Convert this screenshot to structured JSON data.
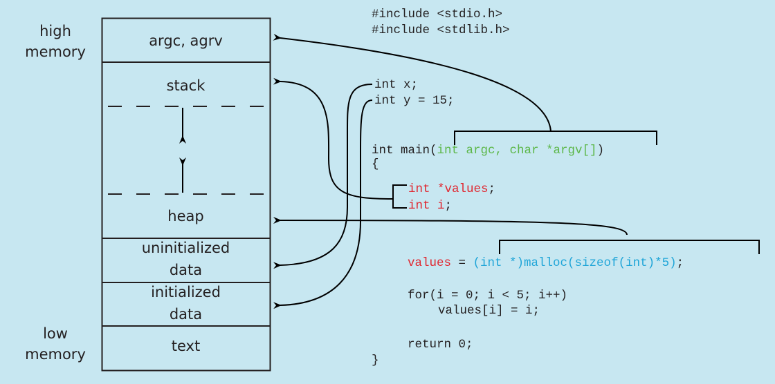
{
  "diagram": {
    "title": "Memory layout of a C program",
    "memory_labels": {
      "high": [
        "high",
        "memory"
      ],
      "low": [
        "low",
        "memory"
      ]
    },
    "segments": [
      {
        "id": "argc",
        "label": [
          "argc, agrv"
        ]
      },
      {
        "id": "stack",
        "label": [
          "stack"
        ]
      },
      {
        "id": "heap",
        "label": [
          "heap"
        ]
      },
      {
        "id": "uninit",
        "label": [
          "uninitialized",
          "data"
        ]
      },
      {
        "id": "init",
        "label": [
          "initialized",
          "data"
        ]
      },
      {
        "id": "text",
        "label": [
          "text"
        ]
      }
    ],
    "colors": {
      "background": "#c7e7f1",
      "line": "#231f20",
      "local_vars": "#e0262f",
      "main_params": "#5cb748",
      "malloc_expr": "#1fa5d8"
    },
    "code": {
      "include1": "#include <stdio.h>",
      "include2": "#include <stdlib.h>",
      "global_x": "int x;",
      "global_y": "int y = 15;",
      "main_prefix": "int main(",
      "main_params": "int argc, char *argv[]",
      "main_suffix": ")",
      "open_brace": "{",
      "local_values": "int *values",
      "local_values_semi": ";",
      "local_i": "int i",
      "local_i_semi": ";",
      "assign_lhs": "values",
      "assign_eq": " = ",
      "assign_rhs": "(int *)malloc(sizeof(int)*5)",
      "assign_semi": ";",
      "for_line": "for(i = 0; i < 5; i++)",
      "for_body": "values[i] = i;",
      "return_line": "return 0;",
      "close_brace": "}"
    },
    "arrows": [
      {
        "from": "main_params",
        "to": "argc"
      },
      {
        "from": "local_vars",
        "to": "stack"
      },
      {
        "from": "malloc_expr",
        "to": "heap"
      },
      {
        "from": "global_x",
        "to": "uninit"
      },
      {
        "from": "global_y",
        "to": "init"
      }
    ]
  }
}
